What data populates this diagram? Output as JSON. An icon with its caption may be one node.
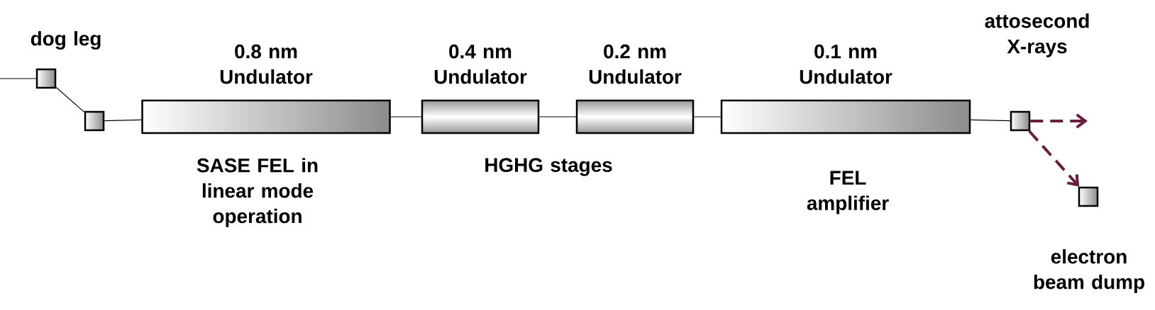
{
  "diagram": {
    "nodes": [
      {
        "text": [],
        "shape": "box",
        "beside": [
          "dog leg"
        ]
      },
      {
        "text": [],
        "shape": "box"
      },
      {
        "text": [
          "0.8 nm Undulator"
        ],
        "beside": [
          "SASE FEL in linear mode operation"
        ]
      },
      {
        "text": [
          "0.4 nm Undulator"
        ]
      },
      {
        "text": [
          "0.2 nm Undulator"
        ]
      },
      {
        "text": [
          "0.1 nm Undulator"
        ],
        "beside": [
          "FEL amplifier"
        ]
      },
      {
        "text": [],
        "shape": "box"
      },
      {
        "text": [],
        "shape": "box",
        "beside": [
          "electron beam dump"
        ]
      }
    ],
    "edges": [
      {
        "from": null,
        "to": 0,
        "arrow": "none"
      },
      {
        "from": 0,
        "to": 1,
        "arrow": "none"
      },
      {
        "from": 1,
        "to": 2,
        "arrow": "none"
      },
      {
        "from": 2,
        "to": 3,
        "arrow": "none"
      },
      {
        "from": 3,
        "to": 4,
        "arrow": "none"
      },
      {
        "from": 4,
        "to": 5,
        "arrow": "none"
      },
      {
        "from": 5,
        "to": 6,
        "arrow": "none"
      },
      {
        "from": 6,
        "to": null,
        "arrow": "to",
        "style": "dashed",
        "color": "#6b1d40"
      },
      {
        "from": 6,
        "to": 7,
        "arrow": "to",
        "style": "dashed",
        "color": "#6b1d40"
      }
    ],
    "labels": [
      "HGHG stages",
      "attosecond X-rays"
    ]
  }
}
